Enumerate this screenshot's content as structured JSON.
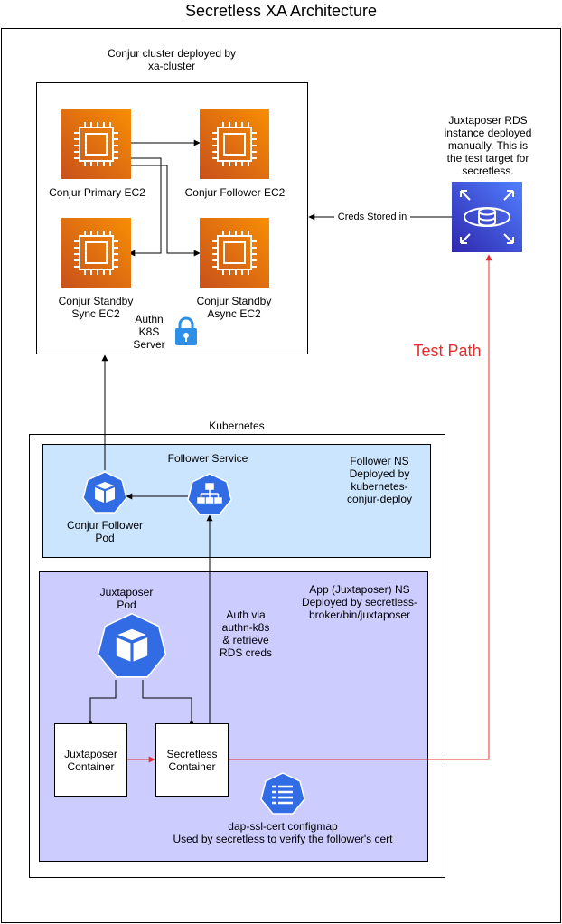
{
  "title": "Secretless XA Architecture",
  "cluster": {
    "caption_line1": "Conjur cluster deployed by",
    "caption_line2": "xa-cluster",
    "primary": "Conjur Primary EC2",
    "follower": "Conjur Follower EC2",
    "standby_sync_line1": "Conjur Standby",
    "standby_sync_line2": "Sync EC2",
    "standby_async_line1": "Conjur Standby",
    "standby_async_line2": "Async EC2",
    "authn_line1": "Authn",
    "authn_line2": "K8S",
    "authn_line3": "Server"
  },
  "rds": {
    "caption_lines": [
      "Juxtaposer RDS",
      "instance deployed",
      "manually. This is",
      "the test target for",
      "secretless."
    ],
    "edge_label": "Creds Stored in"
  },
  "test_path_label": "Test Path",
  "kubernetes": {
    "label": "Kubernetes",
    "follower_ns": {
      "service_label": "Follower Service",
      "ns_lines": [
        "Follower NS",
        "Deployed by",
        "kubernetes-",
        "conjur-deploy"
      ],
      "pod_line1": "Conjur Follower",
      "pod_line2": "Pod"
    },
    "app_ns": {
      "ns_lines": [
        "App (Juxtaposer) NS",
        "Deployed by secretless-",
        "broker/bin/juxtaposer"
      ],
      "pod_line1": "Juxtaposer",
      "pod_line2": "Pod",
      "auth_lines": [
        "Auth via",
        "authn-k8s",
        "& retrieve",
        "RDS creds"
      ],
      "juxtaposer_container_line1": "Juxtaposer",
      "juxtaposer_container_line2": "Container",
      "secretless_container_line1": "Secretless",
      "secretless_container_line2": "Container",
      "configmap_line1": "dap-ssl-cert configmap",
      "configmap_line2": "Used by secretless to verify the follower's cert"
    }
  },
  "colors": {
    "ec2_orange": "#e8621a",
    "rds_blue": "#3b48cc",
    "k8s_blue": "#326ce5",
    "lock_blue": "#2d8fe6",
    "test_path_red": "#e62e2e",
    "follower_ns_fill": "#cce5ff",
    "app_ns_fill": "#ccccff"
  }
}
